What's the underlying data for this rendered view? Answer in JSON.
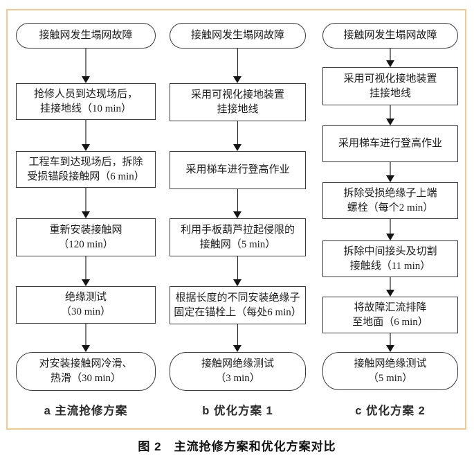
{
  "panel": {
    "border_color": "#F6C78C"
  },
  "caption": "图 2　主流抢修方案和优化方案对比",
  "columns": [
    {
      "label": "a 主流抢修方案",
      "nodes": [
        {
          "type": "terminal",
          "text": "接触网发生塌网故障"
        },
        {
          "type": "process",
          "text": "抢修人员到达现场后，\n挂接地线（10 min）"
        },
        {
          "type": "process",
          "text": "工程车到达现场后，拆除\n受损锚段接触网（6 min）"
        },
        {
          "type": "process",
          "text": "重新安装接触网\n（120 min）"
        },
        {
          "type": "process",
          "text": "绝缘测试\n（30 min）"
        },
        {
          "type": "terminal",
          "text": "对安装接触网冷滑、\n热滑（30 min）"
        }
      ]
    },
    {
      "label": "b 优化方案 1",
      "nodes": [
        {
          "type": "terminal",
          "text": "接触网发生塌网故障"
        },
        {
          "type": "process",
          "text": "采用可视化接地装置\n挂接地线"
        },
        {
          "type": "process",
          "text": "采用梯车进行登高作业"
        },
        {
          "type": "process",
          "text": "利用手板葫芦拉起侵限的\n接触网（5 min）"
        },
        {
          "type": "process",
          "text": "根据长度的不同安装绝缘子\n固定在锚栓上（每处6 min）"
        },
        {
          "type": "terminal",
          "text": "接触网绝缘测试\n（3 min）"
        }
      ]
    },
    {
      "label": "c 优化方案 2",
      "nodes": [
        {
          "type": "terminal",
          "text": "接触网发生塌网故障"
        },
        {
          "type": "process",
          "text": "采用可视化接地装置\n挂接地线"
        },
        {
          "type": "process",
          "text": "采用梯车进行登高作业"
        },
        {
          "type": "process",
          "text": "拆除受损绝缘子上端\n螺栓（每个2 min）"
        },
        {
          "type": "process",
          "text": "拆除中间接头及切割\n接触线（11 min）"
        },
        {
          "type": "process",
          "text": "将故障汇流排降\n至地面（6 min）"
        },
        {
          "type": "terminal",
          "text": "接触网绝缘测试\n（5 min）"
        }
      ]
    }
  ]
}
